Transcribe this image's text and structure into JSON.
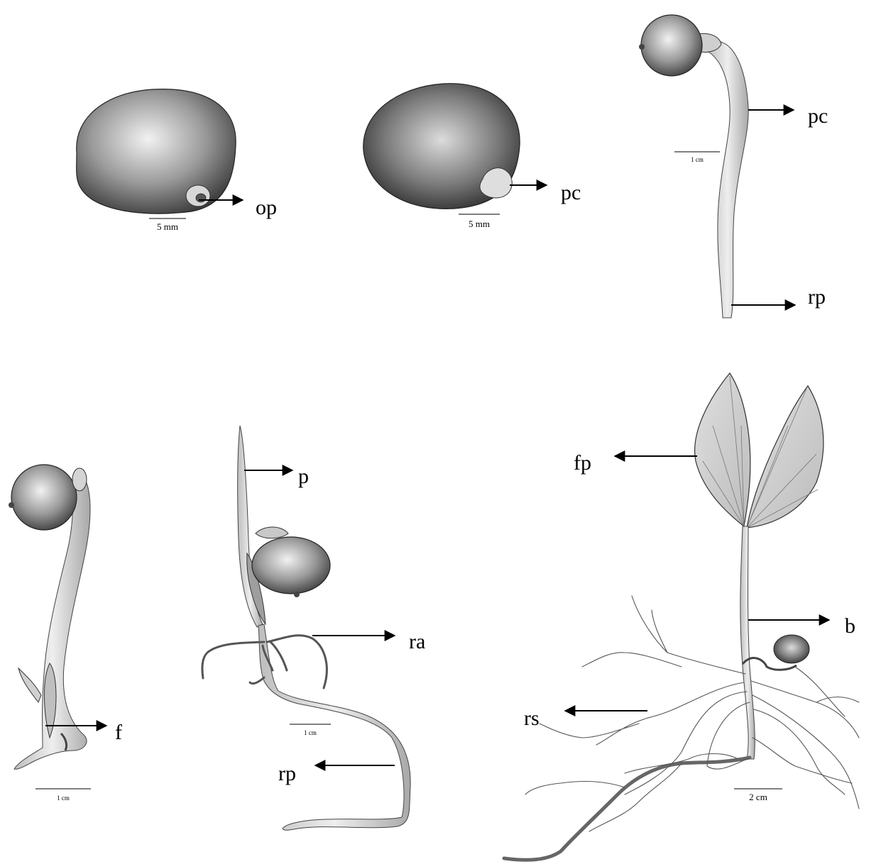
{
  "colors": {
    "ink": "#000000",
    "seed_dark": "#3a3a3a",
    "seed_light": "#e8e8e8",
    "tissue": "#d9d9d9",
    "background": "#ffffff"
  },
  "panels": [
    {
      "id": "seed",
      "labels": [
        "op"
      ],
      "scale": "5 mm"
    },
    {
      "id": "germinating-seed",
      "labels": [
        "pc"
      ],
      "scale": "5 mm"
    },
    {
      "id": "early-seedling",
      "labels": [
        "pc",
        "rp"
      ],
      "scale": "1 cm"
    },
    {
      "id": "seedling-f",
      "labels": [
        "f"
      ],
      "scale": "1 cm"
    },
    {
      "id": "seedling-p",
      "labels": [
        "p",
        "ra",
        "rp"
      ],
      "scale": "1 cm"
    },
    {
      "id": "mature-seedling",
      "labels": [
        "fp",
        "b",
        "rs"
      ],
      "scale": "2 cm"
    }
  ]
}
